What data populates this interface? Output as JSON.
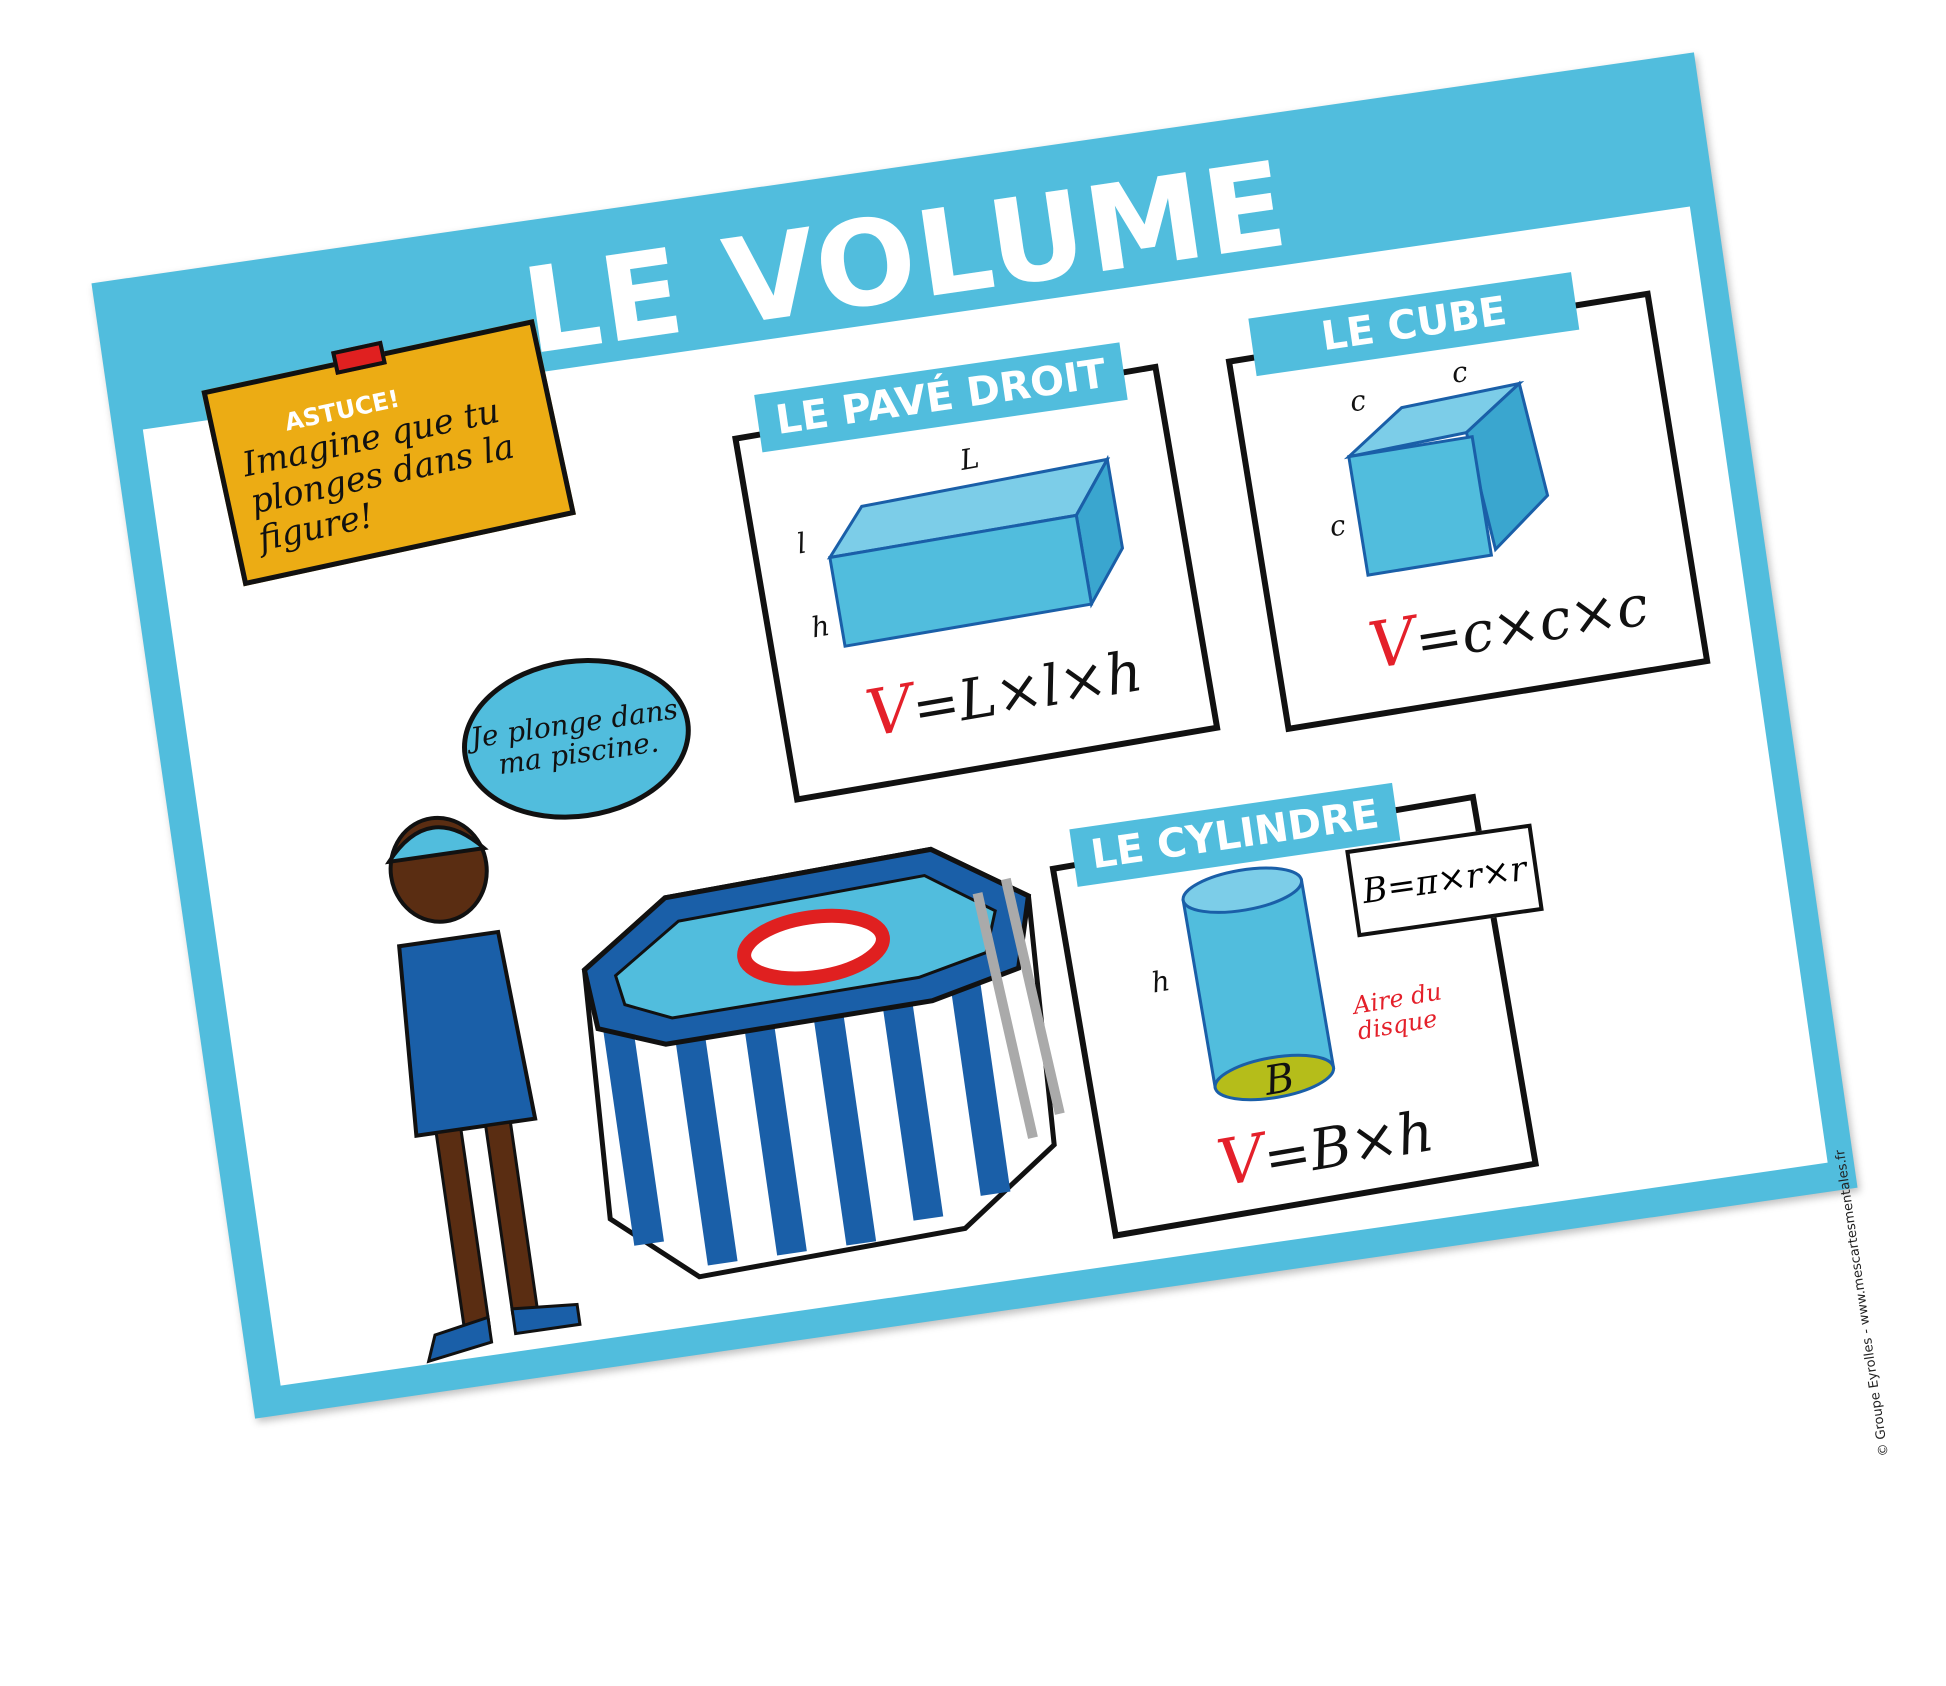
{
  "title": "LE VOLUME",
  "astuce": {
    "label": "ASTUCE!",
    "text": "Imagine que tu plonges dans la figure!"
  },
  "speech": "Je plonge dans ma piscine.",
  "pave": {
    "label": "LE PAVÉ DROIT",
    "dim_L": "L",
    "dim_l": "l",
    "dim_h": "h",
    "formula_v": "V",
    "formula_rest": "=L×l×h"
  },
  "cube": {
    "label": "LE CUBE",
    "dim_c": "c",
    "formula_v": "V",
    "formula_rest": "=c×c×c"
  },
  "cylindre": {
    "label": "LE CYLINDRE",
    "dim_h": "h",
    "base": "B",
    "aire": "Aire du disque",
    "base_formula": "B=π×r×r",
    "formula_v": "V",
    "formula_rest": "=B×h"
  },
  "copyright": "© Groupe Eyrolles - www.mescartesmentales.fr",
  "colors": {
    "poster_blue": "#51bddd",
    "note_yellow": "#ecac14",
    "formula_red": "#e4202a",
    "base_olive": "#b5bd1a",
    "pool_blue": "#1a5fa8"
  }
}
